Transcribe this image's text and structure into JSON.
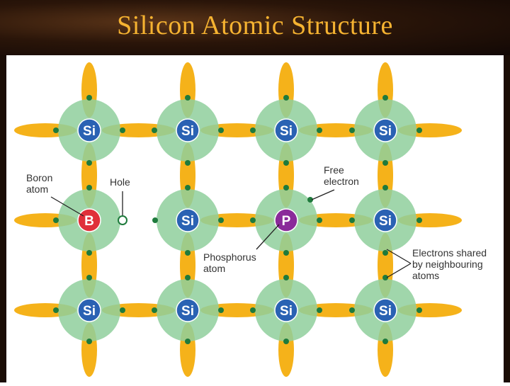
{
  "title": "Silicon Atomic Structure",
  "colors": {
    "bond": "#f5b21a",
    "halo": "#8fcf9c",
    "silicon_atom": "#2a62b3",
    "boron_atom": "#e0303a",
    "phosphorus_atom": "#8a2a9a",
    "electron": "#1e7a3c",
    "header_text": "#f6b331"
  },
  "atoms": {
    "silicon": "Si",
    "boron": "B",
    "phosphorus": "P"
  },
  "lattice": [
    [
      "Si",
      "Si",
      "Si",
      "Si"
    ],
    [
      "B",
      "Si",
      "P",
      "Si"
    ],
    [
      "Si",
      "Si",
      "Si",
      "Si"
    ]
  ],
  "labels": {
    "boron_atom": [
      "Boron",
      "atom"
    ],
    "hole": "Hole",
    "free_electron": [
      "Free",
      "electron"
    ],
    "phosphorus_atom": [
      "Phosphorus",
      "atom"
    ],
    "shared_electrons": [
      "Electrons shared",
      "by neighbouring",
      "atoms"
    ]
  }
}
